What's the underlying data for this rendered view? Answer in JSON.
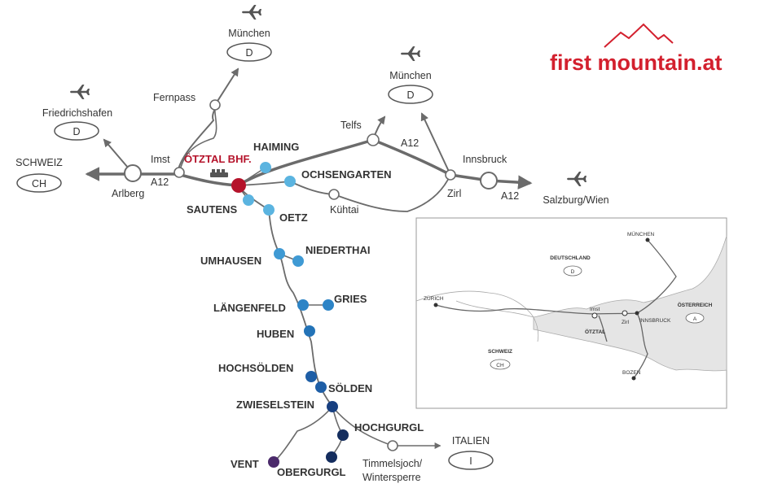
{
  "logo": {
    "text": "first mountain.at",
    "color": "#d3202e"
  },
  "colors": {
    "road": "#6b6b6b",
    "station_main": "#b5132b",
    "station_light": "#5bb4e0",
    "station_mid": "#2d84c6",
    "station_dark": "#173f80",
    "station_purple": "#4b2a6b",
    "inset_fill": "#e5e5e5"
  },
  "airports": {
    "munich_west": {
      "label": "München",
      "code": "D",
      "icon": "airplane-icon"
    },
    "friedrichshafen": {
      "label": "Friedrichshafen",
      "code": "D",
      "icon": "airplane-icon"
    },
    "munich_east": {
      "label": "München",
      "code": "D",
      "icon": "airplane-icon"
    },
    "salzburg": {
      "label": "Salzburg/Wien",
      "icon": "airplane-icon"
    }
  },
  "countries": {
    "schweiz": {
      "label": "SCHWEIZ",
      "code": "CH"
    },
    "italien": {
      "label": "ITALIEN",
      "code": "I"
    }
  },
  "places": {
    "fernpass": "Fernpass",
    "imst": "Imst",
    "arlberg": "Arlberg",
    "telfs": "Telfs",
    "innsbruck": "Innsbruck",
    "zirl": "Zirl",
    "kuehtai": "Kühtai",
    "timmelsjoch_1": "Timmelsjoch/",
    "timmelsjoch_2": "Wintersperre"
  },
  "roads": {
    "a12_west": "A12",
    "a12_mid": "A12",
    "a12_east": "A12"
  },
  "stations": {
    "oetztal_bhf": "ÖTZTAL BHF.",
    "haiming": "HAIMING",
    "ochsengarten": "OCHSENGARTEN",
    "sautens": "SAUTENS",
    "oetz": "OETZ",
    "umhausen": "UMHAUSEN",
    "niederthai": "NIEDERTHAI",
    "laengenfeld": "LÄNGENFELD",
    "gries": "GRIES",
    "huben": "HUBEN",
    "hochsoelden": "HOCHSÖLDEN",
    "soelden": "SÖLDEN",
    "zwieselstein": "ZWIESELSTEIN",
    "hochgurgl": "HOCHGURGL",
    "vent": "VENT",
    "obergurgl": "OBERGURGL"
  },
  "inset": {
    "deutschland": {
      "label": "DEUTSCHLAND",
      "code": "D"
    },
    "oesterreich": {
      "label": "ÖSTERREICH",
      "code": "A"
    },
    "schweiz": {
      "label": "SCHWEIZ",
      "code": "CH"
    },
    "muenchen": "MÜNCHEN",
    "zuerich": "ZÜRICH",
    "imst": "Imst",
    "zirl": "Zirl",
    "innsbruck": "INNSBRUCK",
    "oetztal": "ÖTZTAL",
    "bozen": "BOZEN"
  }
}
